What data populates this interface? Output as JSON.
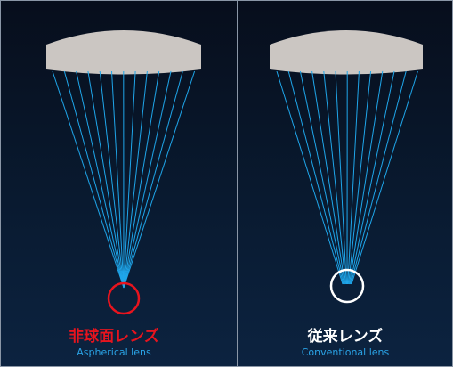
{
  "colors": {
    "lens_fill": "#cbc6c2",
    "ray": "#1fa6ea",
    "aspherical_accent": "#e8141e",
    "conventional_accent": "#ffffff",
    "subtitle": "#2aa3e6"
  },
  "aspherical": {
    "title_jp": "非球面レンズ",
    "title_en": "Aspherical lens",
    "focus": "single-point"
  },
  "conventional": {
    "title_jp": "従来レンズ",
    "title_en": "Conventional lens",
    "focus": "spread"
  }
}
